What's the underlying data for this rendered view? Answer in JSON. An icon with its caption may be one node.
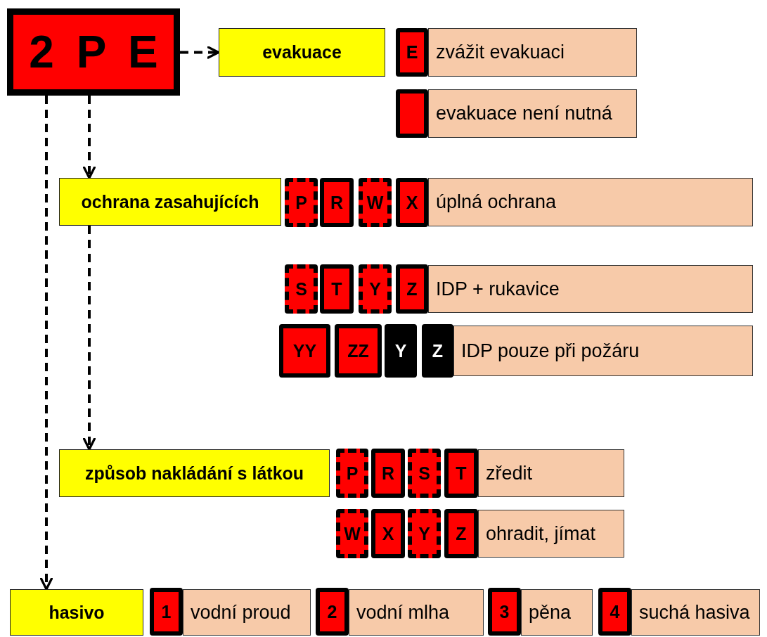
{
  "diagram": {
    "nodes": [
      {
        "text": [
          "2 P E"
        ]
      },
      {
        "text": [
          "evakuace"
        ]
      },
      {
        "text": [
          "E"
        ]
      },
      {
        "text": [
          "zvážit evakuaci"
        ]
      },
      {
        "text": [],
        "shape": "box"
      },
      {
        "text": [
          "evakuace není nutná"
        ]
      },
      {
        "text": [
          "ochrana zasahujících"
        ]
      },
      {
        "text": [
          "P"
        ]
      },
      {
        "text": [
          "R"
        ]
      },
      {
        "text": [
          "W"
        ]
      },
      {
        "text": [
          "X"
        ]
      },
      {
        "text": [
          "úplná ochrana"
        ]
      },
      {
        "text": [
          "S"
        ]
      },
      {
        "text": [
          "T"
        ]
      },
      {
        "text": [
          "Y"
        ]
      },
      {
        "text": [
          "Z"
        ]
      },
      {
        "text": [
          "IDP + rukavice"
        ]
      },
      {
        "text": [
          "YY"
        ]
      },
      {
        "text": [
          "ZZ"
        ]
      },
      {
        "text": [
          "Y"
        ]
      },
      {
        "text": [
          "Z"
        ]
      },
      {
        "text": [
          "IDP pouze při požáru"
        ]
      },
      {
        "text": [
          "způsob nakládání s látkou"
        ]
      },
      {
        "text": [
          "P"
        ]
      },
      {
        "text": [
          "R"
        ]
      },
      {
        "text": [
          "S"
        ]
      },
      {
        "text": [
          "T"
        ]
      },
      {
        "text": [
          "zředit"
        ]
      },
      {
        "text": [
          "W"
        ]
      },
      {
        "text": [
          "X"
        ]
      },
      {
        "text": [
          "Y"
        ]
      },
      {
        "text": [
          "Z"
        ]
      },
      {
        "text": [
          "ohradit, jímat"
        ]
      },
      {
        "text": [
          "hasivo"
        ]
      },
      {
        "text": [
          "1"
        ]
      },
      {
        "text": [
          "vodní proud"
        ]
      },
      {
        "text": [
          "2"
        ]
      },
      {
        "text": [
          "vodní mlha"
        ]
      },
      {
        "text": [
          "3"
        ]
      },
      {
        "text": [
          "pěna"
        ]
      },
      {
        "text": [
          "4"
        ]
      },
      {
        "text": [
          "suchá hasiva"
        ]
      }
    ],
    "edges": [
      {
        "from": 0,
        "to": 1,
        "arrow": "to",
        "style": "dashed"
      },
      {
        "from": 0,
        "to": 6,
        "arrow": "to",
        "style": "dashed"
      },
      {
        "from": 6,
        "to": 22,
        "arrow": "to",
        "style": "dashed"
      },
      {
        "from": 0,
        "to": 33,
        "arrow": "to",
        "style": "dashed"
      }
    ]
  }
}
